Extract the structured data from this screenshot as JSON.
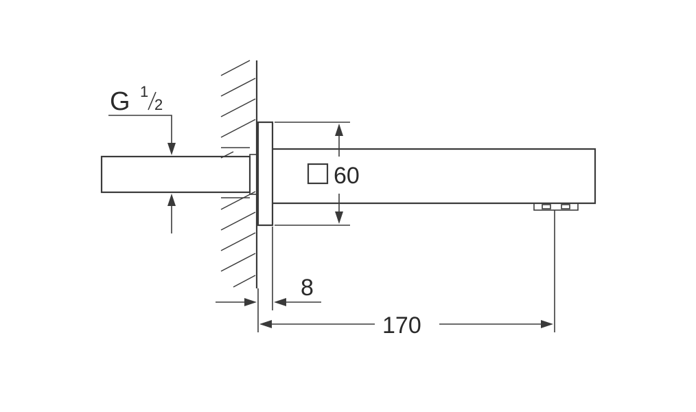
{
  "labels": {
    "thread_G": "G",
    "thread_num": "1",
    "thread_den": "2",
    "square_size": "60",
    "flange_thickness": "8",
    "projection": "170"
  },
  "icons": {
    "square_symbol": "square-section-icon",
    "wall": "wall-hatch-icon"
  },
  "colors": {
    "line": "#3a3a3a",
    "background": "#ffffff"
  }
}
